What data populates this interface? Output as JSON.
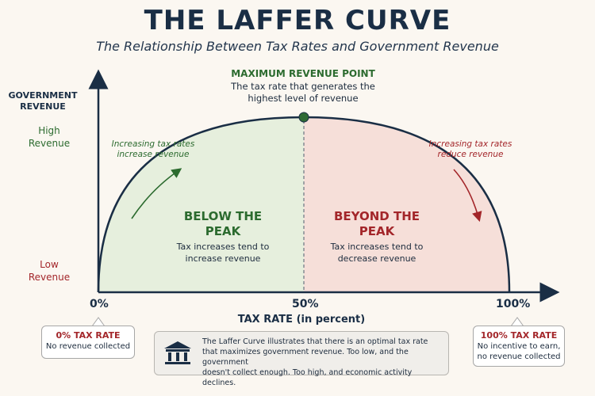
{
  "title": "THE LAFFER CURVE",
  "subtitle": "The Relationship Between Tax Rates and Government Revenue",
  "y_axis": {
    "label_line1": "GOVERNMENT",
    "label_line2": "REVENUE",
    "high_line1": "High",
    "high_line2": "Revenue",
    "low_line1": "Low",
    "low_line2": "Revenue"
  },
  "x_axis": {
    "label": "TAX RATE (in percent)",
    "ticks": [
      "0%",
      "50%",
      "100%"
    ]
  },
  "max_point": {
    "title": "MAXIMUM REVENUE POINT",
    "desc_line1": "The tax rate that generates the",
    "desc_line2": "highest level of revenue"
  },
  "annotations": {
    "left_line1": "Increasing tax rates",
    "left_line2": "increase revenue",
    "right_line1": "Increasing tax rates",
    "right_line2": "reduce revenue"
  },
  "regions": {
    "below": {
      "title_line1": "BELOW THE",
      "title_line2": "PEAK",
      "desc_line1": "Tax increases tend to",
      "desc_line2": "increase revenue"
    },
    "beyond": {
      "title_line1": "BEYOND THE",
      "title_line2": "PEAK",
      "desc_line1": "Tax increases tend to",
      "desc_line2": "decrease revenue"
    }
  },
  "callouts": {
    "zero": {
      "title": "0% TAX RATE",
      "desc": "No revenue collected"
    },
    "hundred": {
      "title": "100% TAX RATE",
      "desc_line1": "No incentive to earn,",
      "desc_line2": "no revenue collected"
    }
  },
  "note": {
    "line1": "The Laffer Curve illustrates that there is an optimal tax rate",
    "line2": "that maximizes government revenue. Too low, and the government",
    "line3": "doesn't collect enough. Too high, and economic activity declines.",
    "icon": "bank-building-icon"
  },
  "colors": {
    "curve": "#1a2e45",
    "below_fill": "#e6efdd",
    "beyond_fill": "#f6dfd9",
    "green": "#2c6b2f",
    "red": "#a3262a",
    "peak_dot": "#2f6b35"
  }
}
